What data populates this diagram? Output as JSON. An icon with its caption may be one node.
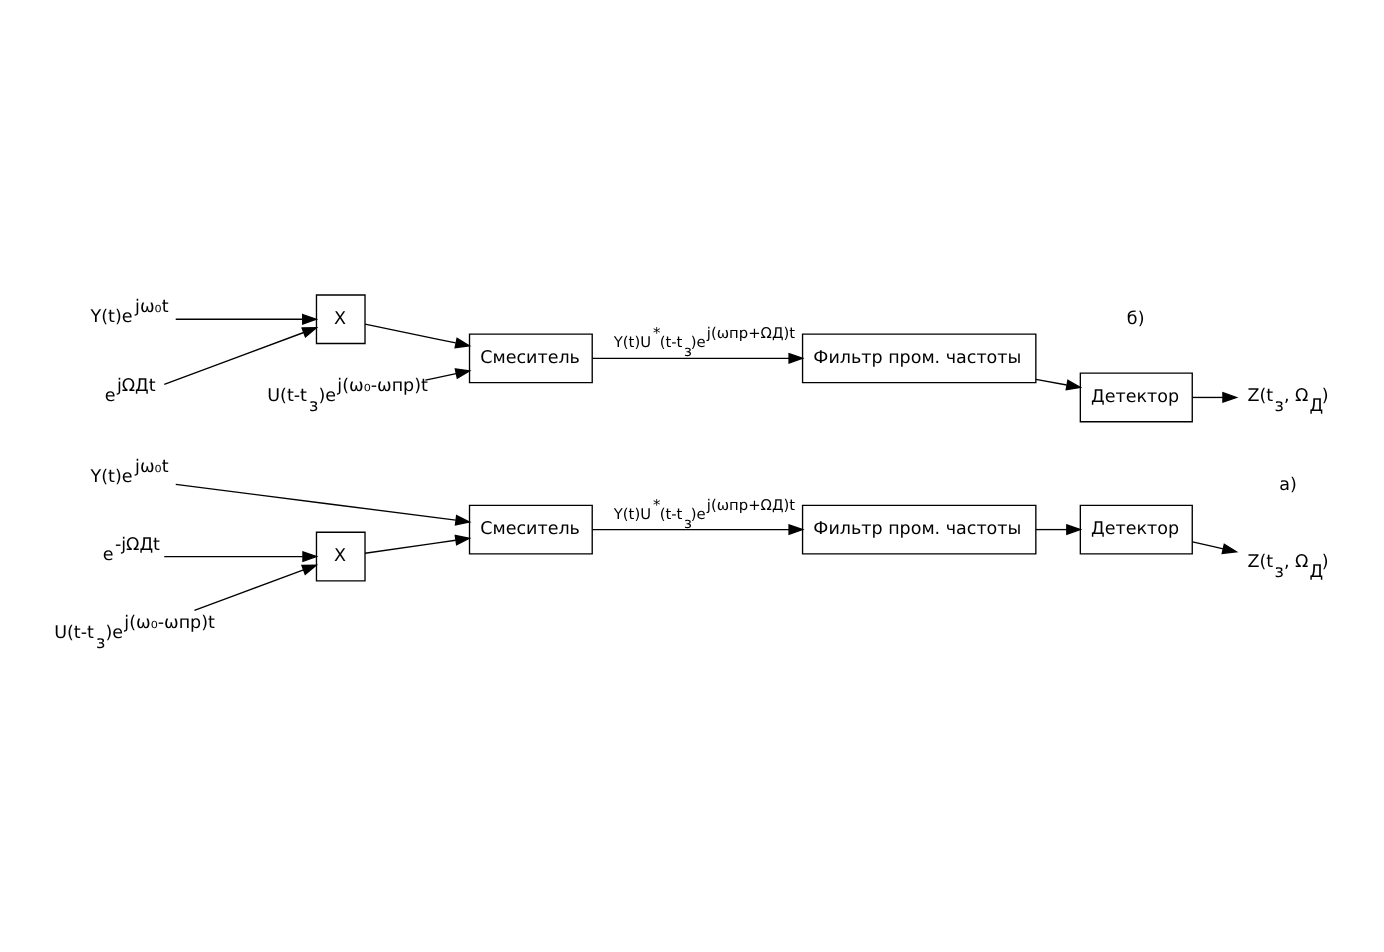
{
  "diagram": {
    "nodes": [
      {
        "text": [
          "Y(t)e$^{jω₀t}$"
        ]
      },
      {
        "text": [
          "Смеситель"
        ]
      },
      {
        "text": [
          "Фильтр пром. частоты"
        ]
      },
      {
        "text": [
          "Детектор"
        ]
      },
      {
        "text": [
          "Z(t$_{з}$, Ω$_{Д}$)"
        ]
      },
      {
        "text": [
          "X"
        ]
      },
      {
        "text": [
          "e$^{-jΩДt}$"
        ]
      },
      {
        "text": [
          "U(t-t$_{з}$)e$^{j(ω₀-ωпр)t}$"
        ]
      },
      {
        "text": [
          "Y(t)e$^{jω₀t}$"
        ]
      },
      {
        "text": [
          "X"
        ]
      },
      {
        "text": [
          "Смеситель"
        ]
      },
      {
        "text": [
          "Фильтр пром. частоты"
        ]
      },
      {
        "text": [
          "Детектор"
        ]
      },
      {
        "text": [
          "Z(t$_{з}$, Ω$_{Д}$)"
        ]
      },
      {
        "text": [
          "e$^{jΩДt}$"
        ]
      },
      {
        "text": [
          "U(t-t$_{з}$)e$^{j(ω₀-ωпр)t}$"
        ]
      }
    ],
    "edges": [
      {
        "from": 0,
        "to": 1,
        "arrow": "to"
      },
      {
        "from": 1,
        "to": 2,
        "arrow": "to",
        "label": "Y(t)U$^{*}$(t-t$_{з}$)e$^{j(ωпр+ΩД)t}$"
      },
      {
        "from": 2,
        "to": 3,
        "arrow": "to"
      },
      {
        "from": 3,
        "to": 4,
        "arrow": "to"
      },
      {
        "from": 5,
        "to": 1,
        "arrow": "to"
      },
      {
        "from": 6,
        "to": 5,
        "arrow": "to"
      },
      {
        "from": 7,
        "to": 5,
        "arrow": "to"
      },
      {
        "from": 8,
        "to": 9,
        "arrow": "to"
      },
      {
        "from": 9,
        "to": 10,
        "arrow": "to"
      },
      {
        "from": 10,
        "to": 11,
        "arrow": "to",
        "label": "Y(t)U$^{*}$(t-t$_{з}$)e$^{j(ωпр+ΩД)t}$"
      },
      {
        "from": 11,
        "to": 12,
        "arrow": "to"
      },
      {
        "from": 12,
        "to": 13,
        "arrow": "to"
      },
      {
        "from": 14,
        "to": 9,
        "arrow": "to"
      },
      {
        "from": 15,
        "to": 10,
        "arrow": "to"
      }
    ],
    "labels": [
      "а)",
      "б)"
    ]
  }
}
